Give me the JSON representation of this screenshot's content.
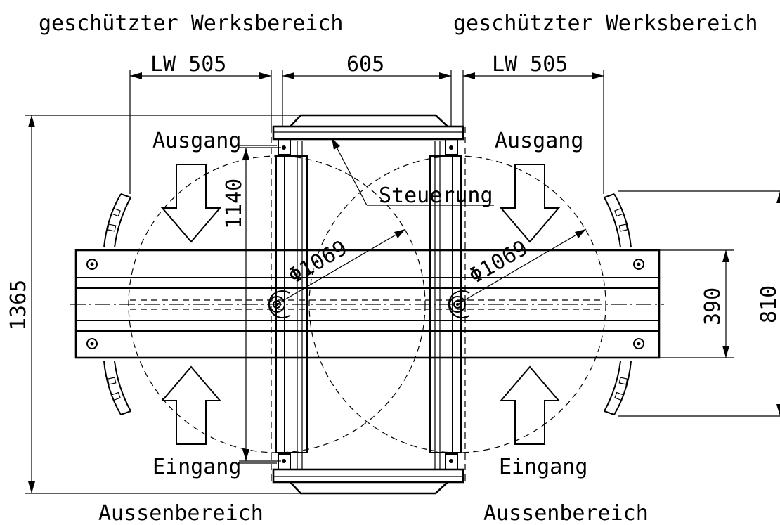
{
  "labels": {
    "protected_left": "geschützter Werksbereich",
    "protected_right": "geschützter Werksbereich",
    "exit_left": "Ausgang",
    "exit_right": "Ausgang",
    "entry_left": "Eingang",
    "entry_right": "Eingang",
    "outside_left": "Aussenbereich",
    "outside_right": "Aussenbereich",
    "control": "Steuerung"
  },
  "dimensions": {
    "lw_left": "LW 505",
    "center_width": "605",
    "lw_right": "LW 505",
    "total_height": "1365",
    "column_height": "1140",
    "diameter_left": "Φ1069",
    "diameter_right": "Φ1069",
    "beam_height": "390",
    "gate_height": "810"
  },
  "colors": {
    "line": "#000000",
    "background": "#ffffff"
  }
}
